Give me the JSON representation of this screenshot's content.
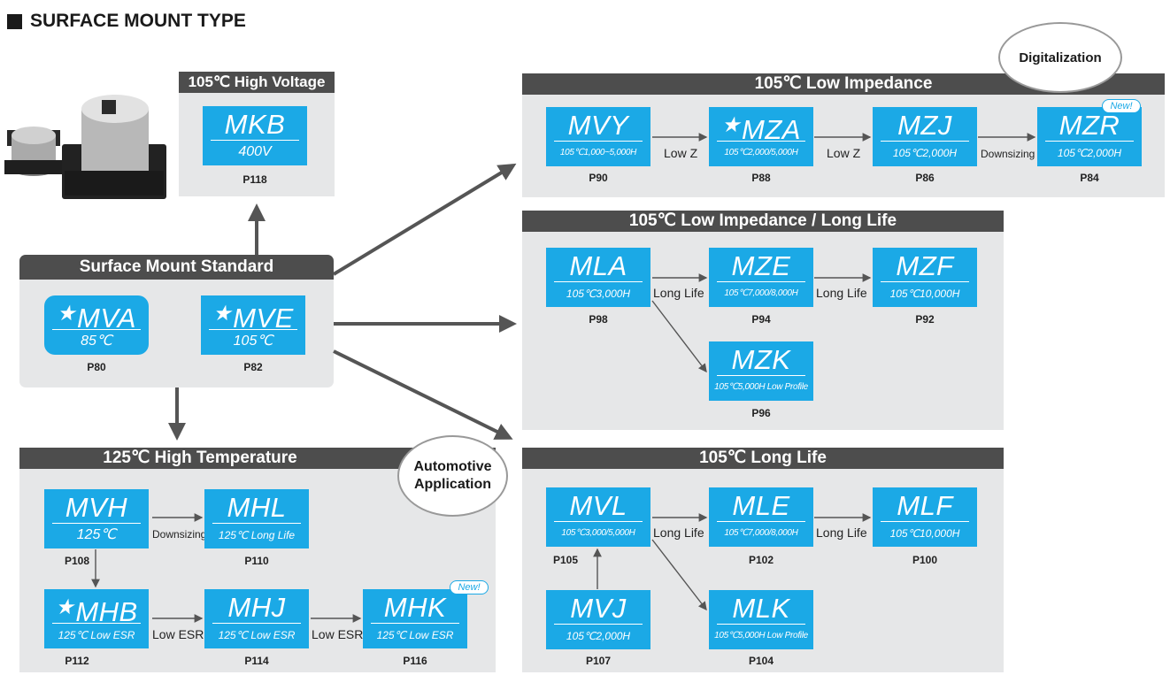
{
  "title": "SURFACE MOUNT TYPE",
  "badges": {
    "new": "New!",
    "digitalization": "Digitalization",
    "automotive_line1": "Automotive",
    "automotive_line2": "Application"
  },
  "panels": {
    "high_voltage": "105℃ High Voltage",
    "standard": "Surface Mount Standard",
    "low_impedance": "105℃ Low Impedance",
    "low_imp_long_life": "105℃ Low Impedance / Long Life",
    "long_life": "105℃ Long Life",
    "high_temp": "125℃ High Temperature"
  },
  "products": {
    "MKB": {
      "name": "MKB",
      "spec": "400V",
      "page": "P118"
    },
    "MVA": {
      "name": "MVA",
      "spec": "85℃",
      "page": "P80"
    },
    "MVE": {
      "name": "MVE",
      "spec": "105℃",
      "page": "P82"
    },
    "MVY": {
      "name": "MVY",
      "spec": "105℃1,000~5,000H",
      "page": "P90"
    },
    "MZA": {
      "name": "MZA",
      "spec": "105℃2,000/5,000H",
      "page": "P88"
    },
    "MZJ": {
      "name": "MZJ",
      "spec": "105℃2,000H",
      "page": "P86"
    },
    "MZR": {
      "name": "MZR",
      "spec": "105℃2,000H",
      "page": "P84"
    },
    "MLA": {
      "name": "MLA",
      "spec": "105℃3,000H",
      "page": "P98"
    },
    "MZE": {
      "name": "MZE",
      "spec": "105℃7,000/8,000H",
      "page": "P94"
    },
    "MZF": {
      "name": "MZF",
      "spec": "105℃10,000H",
      "page": "P92"
    },
    "MZK": {
      "name": "MZK",
      "spec": "105℃5,000H Low Profile",
      "page": "P96"
    },
    "MVL": {
      "name": "MVL",
      "spec": "105℃3,000/5,000H",
      "page": "P105"
    },
    "MLE": {
      "name": "MLE",
      "spec": "105℃7,000/8,000H",
      "page": "P102"
    },
    "MLF": {
      "name": "MLF",
      "spec": "105℃10,000H",
      "page": "P100"
    },
    "MVJ": {
      "name": "MVJ",
      "spec": "105℃2,000H",
      "page": "P107"
    },
    "MLK": {
      "name": "MLK",
      "spec": "105℃5,000H Low Profile",
      "page": "P104"
    },
    "MVH": {
      "name": "MVH",
      "spec": "125℃",
      "page": "P108"
    },
    "MHL": {
      "name": "MHL",
      "spec": "125℃ Long Life",
      "page": "P110"
    },
    "MHB": {
      "name": "MHB",
      "spec": "125℃ Low ESR",
      "page": "P112"
    },
    "MHJ": {
      "name": "MHJ",
      "spec": "125℃ Low ESR",
      "page": "P114"
    },
    "MHK": {
      "name": "MHK",
      "spec": "125℃ Low ESR",
      "page": "P116"
    }
  },
  "labels": {
    "low_z": "Low Z",
    "downsizing": "Downsizing",
    "long_life": "Long Life",
    "low_esr": "Low ESR"
  }
}
